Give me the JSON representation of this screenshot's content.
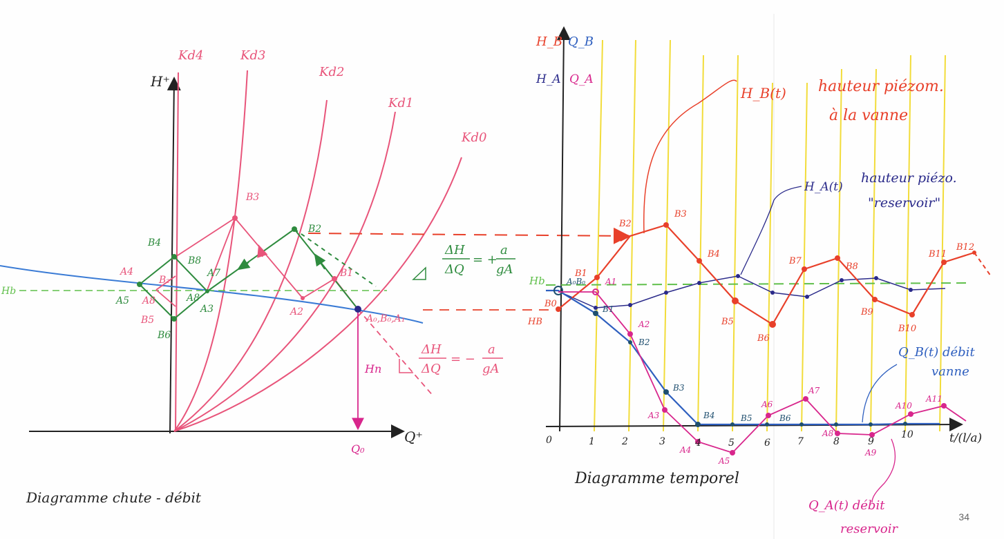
{
  "left": {
    "caption": "Diagramme chute - débit",
    "axis_y": "H⁺",
    "axis_x": "Q⁺",
    "curves": [
      "Kd4",
      "Kd3",
      "Kd2",
      "Kd1",
      "Kd0"
    ],
    "level_label": "Hb",
    "hn_label": "Hn",
    "q0_label": "Q₀",
    "pos_slope": {
      "num": "ΔH",
      "den": "ΔQ",
      "sign": "= +",
      "rnum": "a",
      "rden": "gA"
    },
    "neg_slope": {
      "num": "ΔH",
      "den": "ΔQ",
      "sign": "= −",
      "rnum": "a",
      "rden": "gA"
    },
    "points": {
      "A0B0A1": "A₀,B₀,A₁",
      "B1": "B1",
      "A2": "A2",
      "B2": "B2",
      "B3": "B3",
      "A3": "A3",
      "B4": "B4",
      "A4": "A4",
      "A5": "A5",
      "B5": "B5",
      "B6": "B6",
      "A7": "A7",
      "A8": "A8",
      "A8b": "A8",
      "B8": "B8",
      "Bx": "B₂"
    }
  },
  "right": {
    "caption": "Diagramme temporel",
    "y_label_HB": "H_B",
    "y_label_QB": "Q_B",
    "y_label_HA": "H_A",
    "y_label_QA": "Q_A",
    "x_label": "t/(l/a)",
    "x_ticks": [
      "0",
      "1",
      "2",
      "3",
      "4",
      "5",
      "6",
      "7",
      "8",
      "9",
      "10"
    ],
    "level_label": "Hb",
    "he_label": "HB",
    "legend_HB_fn": "H_B(t)",
    "legend_HB_text1": "hauteur piézom.",
    "legend_HB_text2": "à la vanne",
    "legend_HA_fn": "H_A(t)",
    "legend_HA_text1": "hauteur piézo.",
    "legend_HA_text2": "\"reservoir\"",
    "legend_QB_fn": "Q_B(t) débit",
    "legend_QB_text2": "vanne",
    "legend_QA_fn": "Q_A(t) débit",
    "legend_QA_text2": "reservoir",
    "B_labels": [
      "B0",
      "B1",
      "B2",
      "B3",
      "B4",
      "B5",
      "B6",
      "B7",
      "B8",
      "B9",
      "B10",
      "B11",
      "B12"
    ],
    "qB_labels": [
      "B1",
      "B2",
      "B3",
      "B4",
      "B5",
      "B6"
    ],
    "qA_labels": [
      "A1",
      "A2",
      "A3",
      "A4",
      "A5",
      "A6",
      "A7",
      "A8",
      "A9",
      "A10",
      "A11"
    ],
    "A0B0": "A₀B₀"
  },
  "colors": {
    "curve_pink": "#e8547a",
    "green": "#2e8b3e",
    "red": "#e8402a",
    "blue": "#2e5fbf",
    "navy": "#2a2a8a",
    "magenta": "#d8268c",
    "yellow": "#f2dc3a",
    "level_green": "#5fbf4a",
    "ink": "#222222"
  },
  "page_number": "34"
}
